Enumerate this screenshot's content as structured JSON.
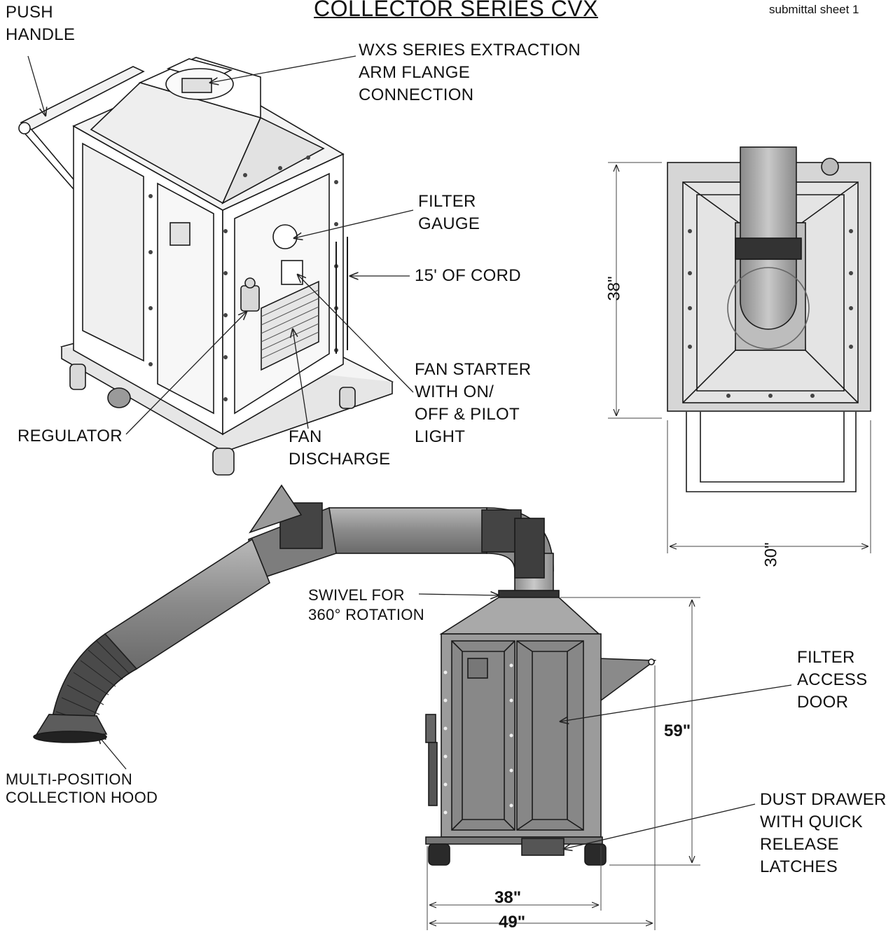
{
  "title": "COLLECTOR SERIES CVX",
  "sheet_label": "submittal sheet 1",
  "callouts": {
    "push_handle": [
      "PUSH",
      "HANDLE"
    ],
    "flange": [
      "WXS SERIES EXTRACTION",
      "ARM FLANGE",
      "CONNECTION"
    ],
    "filter_gauge": [
      "FILTER",
      "GAUGE"
    ],
    "cord": [
      "15' OF CORD"
    ],
    "fan_starter": [
      "FAN STARTER",
      "WITH ON/",
      "OFF & PILOT",
      "LIGHT"
    ],
    "regulator": [
      "REGULATOR"
    ],
    "fan_discharge": [
      "FAN",
      "DISCHARGE"
    ],
    "swivel": [
      "SWIVEL FOR",
      "360° ROTATION"
    ],
    "filter_access": [
      "FILTER",
      "ACCESS",
      "DOOR"
    ],
    "dust_drawer": [
      "DUST DRAWER",
      "WITH QUICK",
      "RELEASE",
      "LATCHES"
    ],
    "hood": [
      "MULTI-POSITION",
      "COLLECTION HOOD"
    ]
  },
  "dimensions": {
    "top_view_height": "38\"",
    "top_view_width": "30\"",
    "side_height": "59\"",
    "base_width": "38\"",
    "overall_width": "49\""
  },
  "colors": {
    "metal_light": "#d6d6d6",
    "metal_mid": "#a9a9a9",
    "metal_dark": "#6f6f6f",
    "duct": "#8e8e8e",
    "line": "#1a1a1a"
  }
}
